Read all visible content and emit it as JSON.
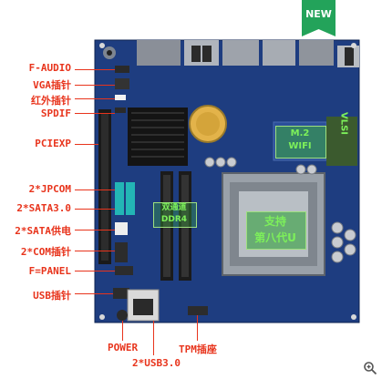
{
  "badge": {
    "label": "NEW"
  },
  "labels_left": [
    {
      "key": "f_audio",
      "text": "F-AUDIO"
    },
    {
      "key": "vga",
      "text": "VGA插针"
    },
    {
      "key": "ir",
      "text": "红外插针"
    },
    {
      "key": "spdif",
      "text": "SPDIF"
    },
    {
      "key": "pciexp",
      "text": "PCIEXP"
    },
    {
      "key": "jpcom",
      "text": "2*JPCOM"
    },
    {
      "key": "sata30",
      "text": "2*SATA3.0"
    },
    {
      "key": "sata_power",
      "text": "2*SATA供电"
    },
    {
      "key": "com",
      "text": "2*COM插针"
    },
    {
      "key": "fpanel",
      "text": "F=PANEL"
    },
    {
      "key": "usb_pin",
      "text": "USB插针"
    }
  ],
  "labels_bottom": {
    "power": "POWER",
    "usb30": "2*USB3.0",
    "tpm": "TPM插座"
  },
  "board_text": {
    "wifi_line1": "M.2",
    "wifi_line2": "WIFI",
    "right_vertical": "VLSI",
    "memory_line1": "双通道",
    "memory_line2": "DDR4",
    "cpu_line1": "支持",
    "cpu_line2": "第八代U"
  },
  "colors": {
    "label_red": "#e8341c",
    "board_blue": "#1d3a7a",
    "badge_green": "#23a35a",
    "overlay_green": "#7df05a"
  },
  "icons": [
    "zoom-icon"
  ]
}
